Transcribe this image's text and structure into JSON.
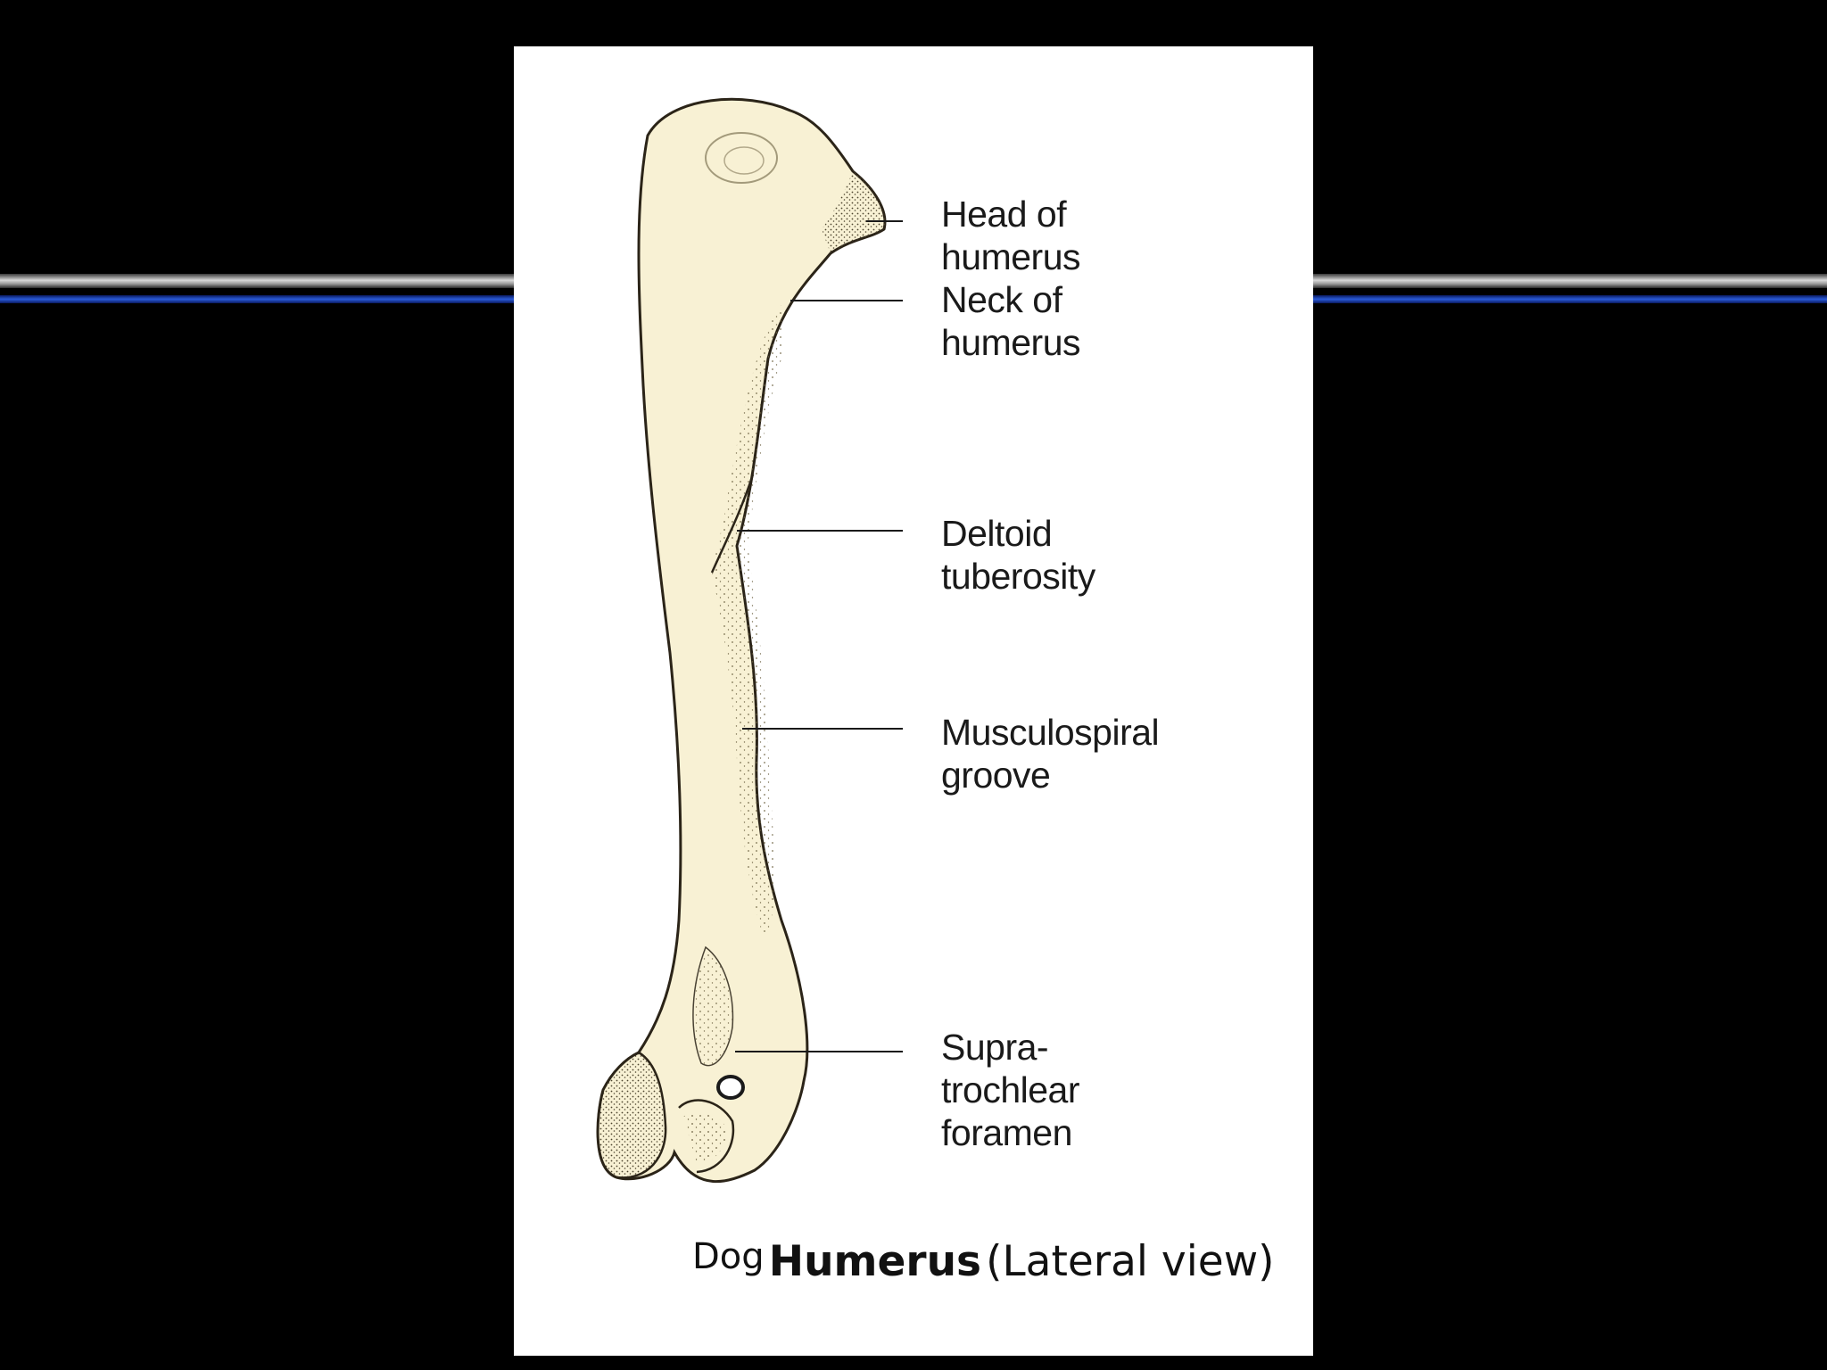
{
  "labels": {
    "head": "Head of\nhumerus",
    "neck": "Neck of\nhumerus",
    "deltoid": "Deltoid\ntuberosity",
    "groove": "Musculospiral\ngroove",
    "foramen": "Supra-\ntrochlear\nforamen"
  },
  "caption": {
    "species": "Dog",
    "bone": "Humerus",
    "view": "(Lateral view)"
  },
  "colors": {
    "background": "#000000",
    "panel": "#ffffff",
    "bone_fill": "#f8f1d4",
    "bone_shade": "#e9dfb6",
    "rule_blue": "#2a5ad8"
  }
}
